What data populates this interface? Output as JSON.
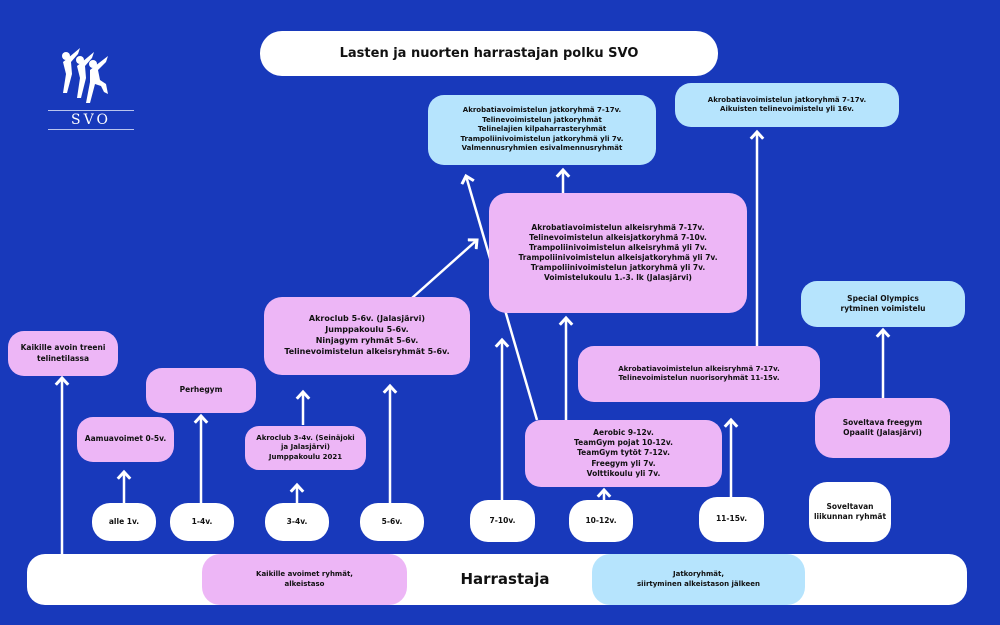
{
  "title": "Lasten ja nuorten harrastajan polku SVO",
  "logo": {
    "text": "SVO",
    "icon": "gymnasts-logo-icon"
  },
  "colors": {
    "background": "#1839bb",
    "beginner": "#edb6f6",
    "advanced": "#b6e4fd",
    "age": "#ffffff"
  },
  "base": {
    "label": "Harrastaja",
    "legend_beginner": "Kaikille avoimet ryhmät,\nalkeistaso",
    "legend_advanced": "Jatkoryhmät,\nsiirtyminen alkeistason jälkeen"
  },
  "ages": {
    "a1": "alle 1v.",
    "a2": "1-4v.",
    "a3": "3-4v.",
    "a4": "5-6v.",
    "a5": "7-10v.",
    "a6": "10-12v.",
    "a7": "11-15v.",
    "a8": "Soveltavan\nliikunnan ryhmät"
  },
  "groups": {
    "open_training": "Kaikille avoin treeni\ntelinetilassa",
    "perhegym": "Perhegym",
    "aamuavoimet": "Aamuavoimet 0-5v.",
    "akroclub34": "Akroclub 3-4v. (Seinäjoki\nja Jalasjärvi)\nJumppakoulu 2021",
    "akroclub56": "Akroclub 5-6v. (Jalasjärvi)\nJumppakoulu 5-6v.\nNinjagym ryhmät 5-6v.\nTelinevoimistelun alkeisryhmät 5-6v.",
    "alkeis7": "Akrobatiavoimistelun alkeisryhmä 7-17v.\nTelinevoimistelun alkeisjatkoryhmä 7-10v.\nTrampoliinivoimistelun alkeisryhmä yli 7v.\nTrampoliinivoimistelun alkeisjatkoryhmä yli 7v.\nTrampoliinivoimistelun jatkoryhmä yli 7v.\nVoimistelukoulu 1.-3. lk (Jalasjärvi)",
    "aerobic": "Aerobic 9-12v.\nTeamGym pojat 10-12v.\nTeamGym tytöt 7-12v.\nFreegym yli 7v.\nVolttikoulu yli 7v.",
    "nuoriso": "Akrobatiavoimistelun alkeisryhmä 7-17v.\nTelinevoimistelun nuorisoryhmät 11-15v.",
    "soveltava": "Soveltava freegym\nOpaalit (Jalasjärvi)",
    "jatko1": "Akrobatiavoimistelun jatkoryhmä 7-17v.\nTelinevoimistelun jatkoryhmät\nTelinelajien kilpaharrasteryhmät\nTrampoliinivoimistelun jatkoryhmä yli 7v.\nValmennusryhmien esivalmennusryhmät",
    "jatko2": "Akrobatiavoimistelun jatkoryhmä 7-17v.\nAikuisten telinevoimistelu yli 16v.",
    "special": "Special Olympics\nrytminen voimistelu"
  }
}
